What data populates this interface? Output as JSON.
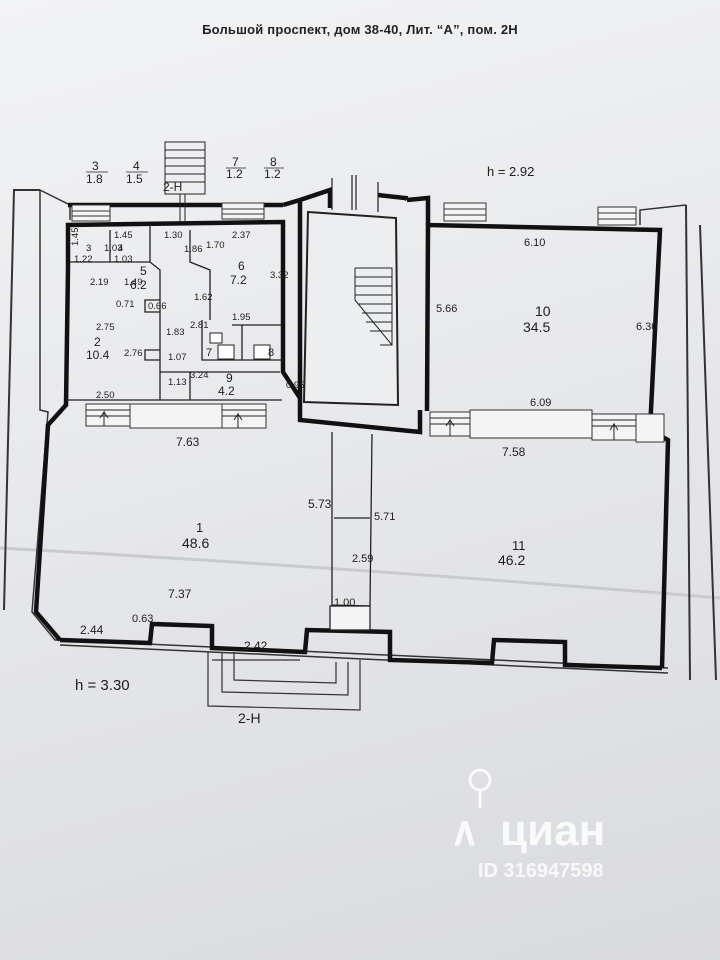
{
  "plan": {
    "address": "Большой проспект, дом 38-40, Лит. “А”, пом. 2Н",
    "height_left": "h = 3.30",
    "height_right": "h = 2.92",
    "staircase_top": "2-Н",
    "staircase_bottom": "2-Н",
    "outside_labels": [
      {
        "num": "3",
        "area": "1.8"
      },
      {
        "num": "4",
        "area": "1.5"
      },
      {
        "num": "7",
        "area": "1.2"
      },
      {
        "num": "8",
        "area": "1.2"
      }
    ],
    "rooms": [
      {
        "num": "1",
        "area": "48.6"
      },
      {
        "num": "2",
        "area": "10.4"
      },
      {
        "num": "3",
        "area": ""
      },
      {
        "num": "4",
        "area": ""
      },
      {
        "num": "5",
        "area": "6.2"
      },
      {
        "num": "6",
        "area": "7.2"
      },
      {
        "num": "7",
        "area": ""
      },
      {
        "num": "8",
        "area": ""
      },
      {
        "num": "9",
        "area": "4.2"
      },
      {
        "num": "10",
        "area": "34.5"
      },
      {
        "num": "11",
        "area": "46.2"
      }
    ],
    "dimensions": {
      "d145a": "1.45",
      "d145b": "1.45",
      "d122": "1.22",
      "d103a": "1.03",
      "d103b": "1.03",
      "d130": "1.30",
      "d186": "1.86",
      "d170": "1.70",
      "d237": "2.37",
      "d332": "3.32",
      "d219": "2.19",
      "d149": "1.49",
      "d162": "1.62",
      "d071": "0.71",
      "d066": "0.66",
      "d275": "2.75",
      "d183": "1.83",
      "d281": "2.81",
      "d195": "1.95",
      "d276": "2.76",
      "d107": "1.07",
      "d113": "1.13",
      "d324": "3.24",
      "d095": "0.95",
      "d250": "2.50",
      "d610": "6.10",
      "d566": "5.66",
      "d630": "6.30",
      "d609": "6.09",
      "d763": "7.63",
      "d573": "5.73",
      "d758": "7.58",
      "d571": "5.71",
      "d259": "2.59",
      "d737": "7.37",
      "d100": "1.00",
      "d244": "2.44",
      "d063": "0.63",
      "d242": "2.42"
    }
  },
  "watermark": {
    "logo": "циан",
    "listing_id": "ID 316947598"
  }
}
